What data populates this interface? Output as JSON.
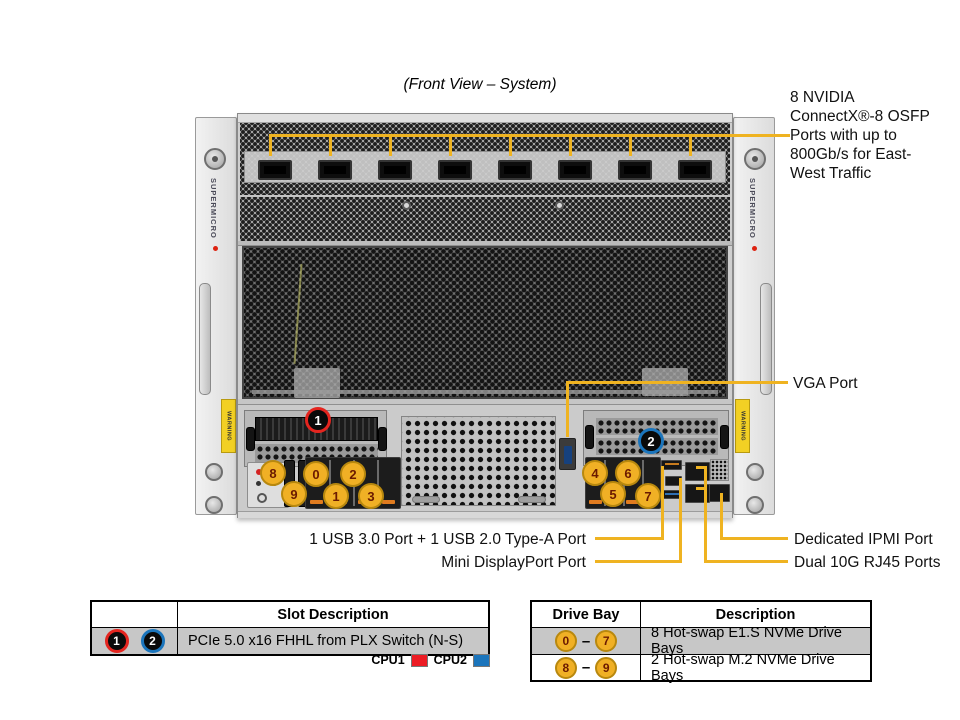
{
  "title": "(Front View – System)",
  "brand": {
    "name": "SUPERMICRO",
    "warning": "WARNING"
  },
  "colors": {
    "callout_gold": "#EFB321",
    "badge_gold": "#F0B025",
    "cpu1_red": "#EC1C24",
    "cpu2_blue": "#1B75BC"
  },
  "callouts": {
    "osfp_label": "8 NVIDIA ConnectX®-8 OSFP Ports with up to 800Gb/s for East-West Traffic",
    "vga_label": "VGA Port",
    "usb_label": "1 USB 3.0 Port + 1 USB 2.0 Type-A Port",
    "minidp_label": "Mini DisplayPort Port",
    "ipmi_label": "Dedicated IPMI Port",
    "rj45_label": "Dual 10G RJ45 Ports"
  },
  "badges": {
    "slot1": "1",
    "slot2": "2",
    "bay0": "0",
    "bay1": "1",
    "bay2": "2",
    "bay3": "3",
    "bay4": "4",
    "bay5": "5",
    "bay6": "6",
    "bay7": "7",
    "bay8": "8",
    "bay9": "9"
  },
  "slot_table": {
    "header": "Slot Description",
    "row": {
      "slot_a": "1",
      "slot_b": "2",
      "description": "PCIe 5.0 x16 FHHL from PLX Switch (N-S)"
    },
    "legend": {
      "cpu1": "CPU1",
      "cpu2": "CPU2"
    }
  },
  "drive_table": {
    "col1": "Drive Bay",
    "col2": "Description",
    "rows": [
      {
        "from": "0",
        "dash": "–",
        "to": "7",
        "description": "8 Hot-swap E1.S NVMe Drive Bays"
      },
      {
        "from": "8",
        "dash": "–",
        "to": "9",
        "description": "2 Hot-swap M.2 NVMe Drive Bays"
      }
    ]
  }
}
